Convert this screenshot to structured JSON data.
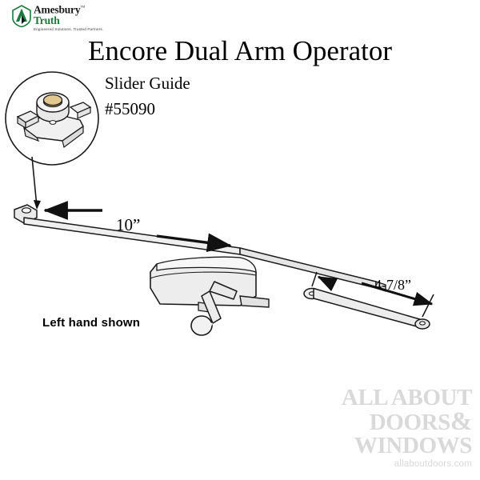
{
  "brand": {
    "name_line1": "Amesbury",
    "name_line2": "Truth",
    "tagline": "Engineered Solutions. Trusted Partners.",
    "trademark": "™",
    "mark_icon": "amesbury-truth-logo-icon",
    "green": "#1a7a3c"
  },
  "header": {
    "title": "Encore Dual Arm Operator"
  },
  "part": {
    "name": "Slider Guide",
    "number": "#55090"
  },
  "annotations": {
    "dimension_arm": "10”",
    "dimension_link": "4-7/8”",
    "hand_note": "Left hand shown"
  },
  "watermark": {
    "line1": "ALL ABOUT",
    "amp": "&",
    "line2": "DOORS",
    "line3": "WINDOWS",
    "url": "allaboutdoors.com",
    "color": "#d9d9d9"
  },
  "diagram": {
    "detail_circle_label": "slider-guide-detail-callout",
    "parts": [
      "slider-guide-detail",
      "operator-arm",
      "operator-housing",
      "crank-handle",
      "link-arm",
      "shoe-bracket"
    ],
    "line_color": "#1a1a1a",
    "fill_color": "#f2f2f2"
  }
}
